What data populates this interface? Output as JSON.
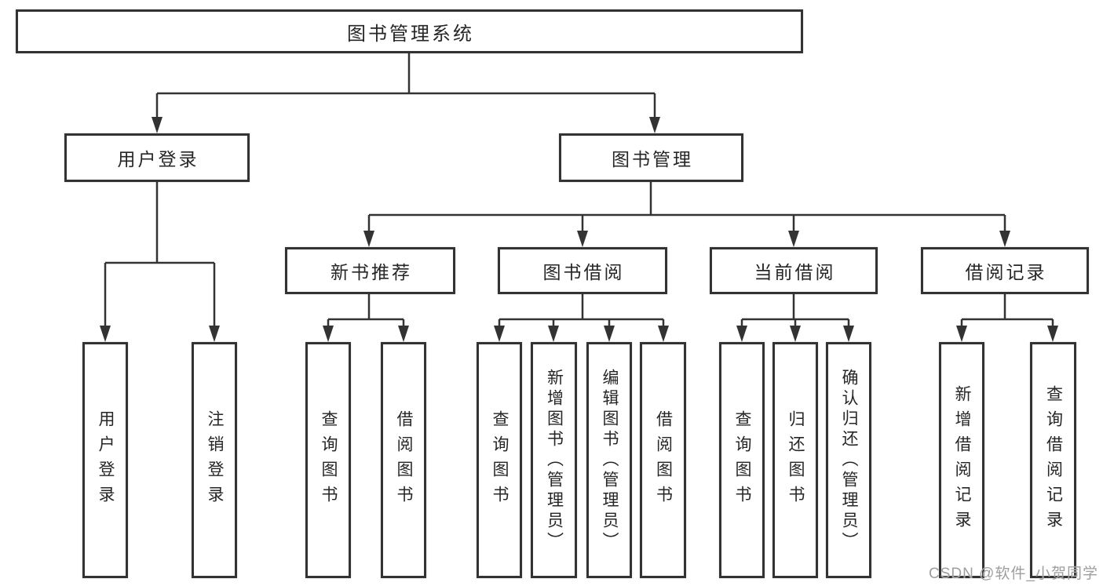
{
  "colors": {
    "line": "#333333",
    "box_border": "#333333",
    "text": "#262626",
    "watermark": "#9e9e9e",
    "background": "#ffffff"
  },
  "watermark": {
    "text": "CSDN @软件_小贺同学"
  },
  "tree": {
    "root": {
      "label": "图书管理系统"
    },
    "branches": [
      {
        "label": "用户登录",
        "children": [
          {
            "label": "用户登录"
          },
          {
            "label": "注销登录"
          }
        ]
      },
      {
        "label": "图书管理",
        "children": [
          {
            "label": "新书推荐",
            "children": [
              {
                "label": "查询图书"
              },
              {
                "label": "借阅图书"
              }
            ]
          },
          {
            "label": "图书借阅",
            "children": [
              {
                "label": "查询图书"
              },
              {
                "label": "新增图书（管理员）"
              },
              {
                "label": "编辑图书（管理员）"
              },
              {
                "label": "借阅图书"
              }
            ]
          },
          {
            "label": "当前借阅",
            "children": [
              {
                "label": "查询图书"
              },
              {
                "label": "归还图书"
              },
              {
                "label": "确认归还（管理员）"
              }
            ]
          },
          {
            "label": "借阅记录",
            "children": [
              {
                "label": "新增借阅记录"
              },
              {
                "label": "查询借阅记录"
              }
            ]
          }
        ]
      }
    ]
  }
}
